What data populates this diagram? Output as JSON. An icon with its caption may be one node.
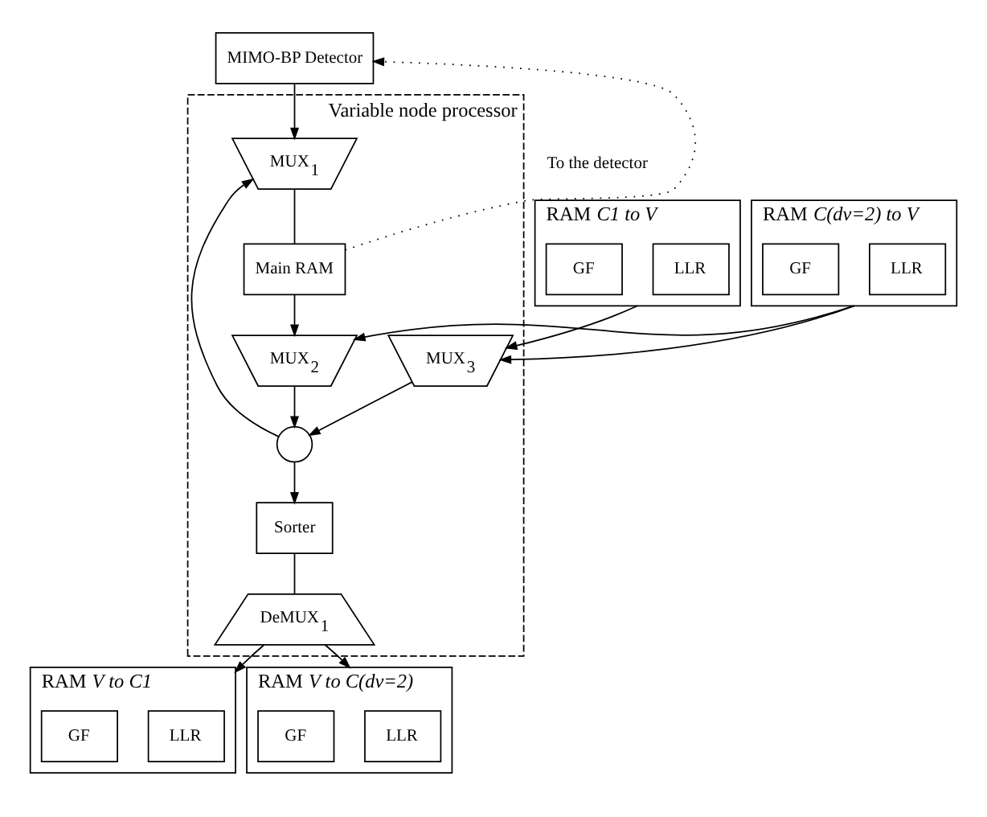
{
  "diagram": {
    "nodes": [
      {
        "text": [
          "MIMO-BP Detector"
        ]
      },
      {
        "text": [
          "RAM *C1 to V*"
        ]
      },
      {
        "text": [
          "LLR"
        ],
        "in": 1
      },
      {
        "text": [
          "GF"
        ],
        "in": 1
      },
      {
        "text": [
          "RAM *C(dv=2) to V*"
        ]
      },
      {
        "text": [
          "LLR"
        ],
        "in": 4
      },
      {
        "text": [
          "GF"
        ],
        "in": 4
      },
      {
        "text": [
          "Variable node processor"
        ]
      },
      {
        "text": [
          "MUX$_{1}$"
        ],
        "in": 7
      },
      {
        "text": [
          "Main RAM"
        ],
        "in": 7
      },
      {
        "text": [
          "MUX$_{3}$"
        ],
        "in": 7
      },
      {
        "text": [
          "MUX$_{2}$"
        ],
        "in": 7
      },
      {
        "text": [],
        "shape": "circle",
        "in": 7
      },
      {
        "text": [
          "Sorter"
        ],
        "in": 7
      },
      {
        "text": [
          "DeMUX$_{1}$"
        ],
        "in": 7
      },
      {
        "text": [
          "RAM *V to C1*"
        ]
      },
      {
        "text": [
          "LLR"
        ],
        "in": 15
      },
      {
        "text": [
          "GF"
        ],
        "in": 15
      },
      {
        "text": [
          "RAM *V to C(dv=2)*"
        ]
      },
      {
        "text": [
          "LLR"
        ],
        "in": 18
      },
      {
        "text": [
          "GF"
        ],
        "in": 18
      }
    ],
    "edges": [
      {
        "from": 0,
        "to": 8,
        "arrow": "to"
      },
      {
        "from": 8,
        "to": 9,
        "arrow": "none"
      },
      {
        "from": 9,
        "to": 11,
        "arrow": "to"
      },
      {
        "from": 9,
        "to": 0,
        "arrow": "to",
        "style": "dashed"
      },
      {
        "from": 1,
        "to": 10,
        "arrow": "to"
      },
      {
        "from": 4,
        "to": 10,
        "arrow": "to"
      },
      {
        "from": 4,
        "to": 11,
        "arrow": "to"
      },
      {
        "from": 10,
        "to": 12,
        "arrow": "to"
      },
      {
        "from": 11,
        "to": 12,
        "arrow": "to"
      },
      {
        "from": 12,
        "to": 13,
        "arrow": "to"
      },
      {
        "from": 12,
        "to": 8,
        "arrow": "to"
      },
      {
        "from": 13,
        "to": 14,
        "arrow": "none"
      },
      {
        "from": 14,
        "to": 15,
        "arrow": "to"
      },
      {
        "from": 14,
        "to": 18,
        "arrow": "to"
      }
    ],
    "labels": [
      "To the detector"
    ]
  }
}
